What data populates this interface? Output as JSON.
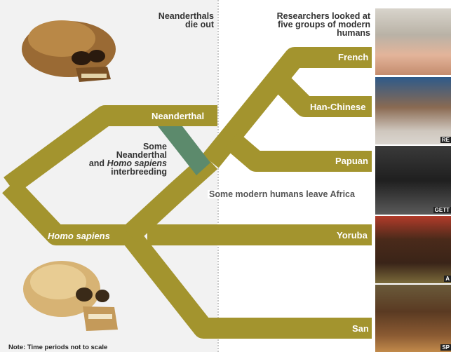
{
  "header": {
    "neanderthals_die_out": [
      "Neanderthals",
      "die out"
    ],
    "researchers": [
      "Researchers looked at",
      "five groups of modern",
      "humans"
    ]
  },
  "branches": {
    "neanderthal": "Neanderthal",
    "homo_sapiens": "Homo sapiens",
    "french": "French",
    "han_chinese": "Han-Chinese",
    "papuan": "Papuan",
    "yoruba": "Yoruba",
    "san": "San"
  },
  "annotations": {
    "interbreeding": [
      "Some",
      "Neanderthal",
      "and",
      "Homo sapiens",
      "interbreeding"
    ],
    "leave_africa": "Some modern humans leave Africa"
  },
  "credits": {
    "han": "RE",
    "papuan": "GETT",
    "yoruba": "A",
    "san": "SP"
  },
  "note": "Note: Time periods not to scale",
  "colors": {
    "branch": "#a3942e",
    "interbreed": "#5c8a6c",
    "left_panel": "#f2f2f2"
  }
}
